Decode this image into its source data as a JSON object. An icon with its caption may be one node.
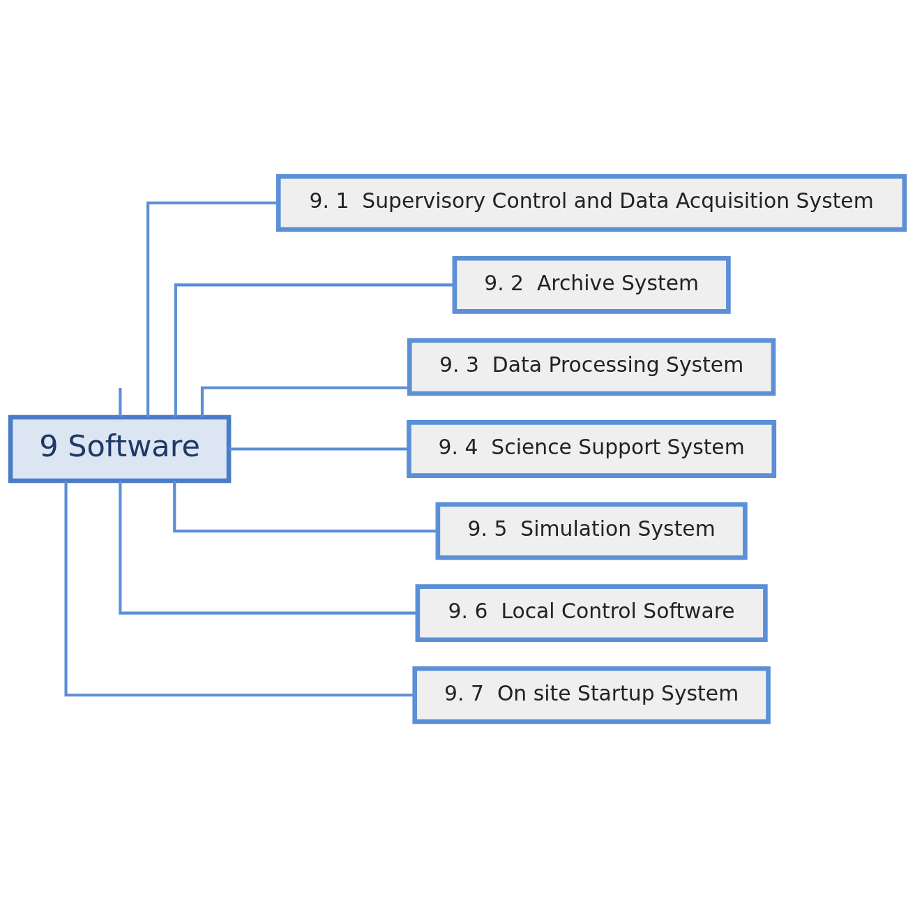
{
  "diagram": {
    "nodes": [
      {
        "text": [
          "9 Software"
        ]
      },
      {
        "text": [
          "9. 1  Supervisory Control and Data Acquisition System"
        ]
      },
      {
        "text": [
          "9. 2  Archive System"
        ]
      },
      {
        "text": [
          "9. 3  Data Processing System"
        ]
      },
      {
        "text": [
          "9. 4  Science Support System"
        ]
      },
      {
        "text": [
          "9. 5  Simulation System"
        ]
      },
      {
        "text": [
          "9. 6  Local Control Software"
        ]
      },
      {
        "text": [
          "9. 7  On site Startup System"
        ]
      }
    ],
    "edges": [
      {
        "from": null,
        "to": 0,
        "arrow": "none"
      },
      {
        "from": 0,
        "to": 1,
        "arrow": "none"
      },
      {
        "from": 0,
        "to": 2,
        "arrow": "none"
      },
      {
        "from": 0,
        "to": 3,
        "arrow": "none"
      },
      {
        "from": 0,
        "to": 4,
        "arrow": "none"
      },
      {
        "from": 0,
        "to": 5,
        "arrow": "none"
      },
      {
        "from": 0,
        "to": 6,
        "arrow": "none"
      },
      {
        "from": 0,
        "to": 7,
        "arrow": "none"
      }
    ]
  }
}
